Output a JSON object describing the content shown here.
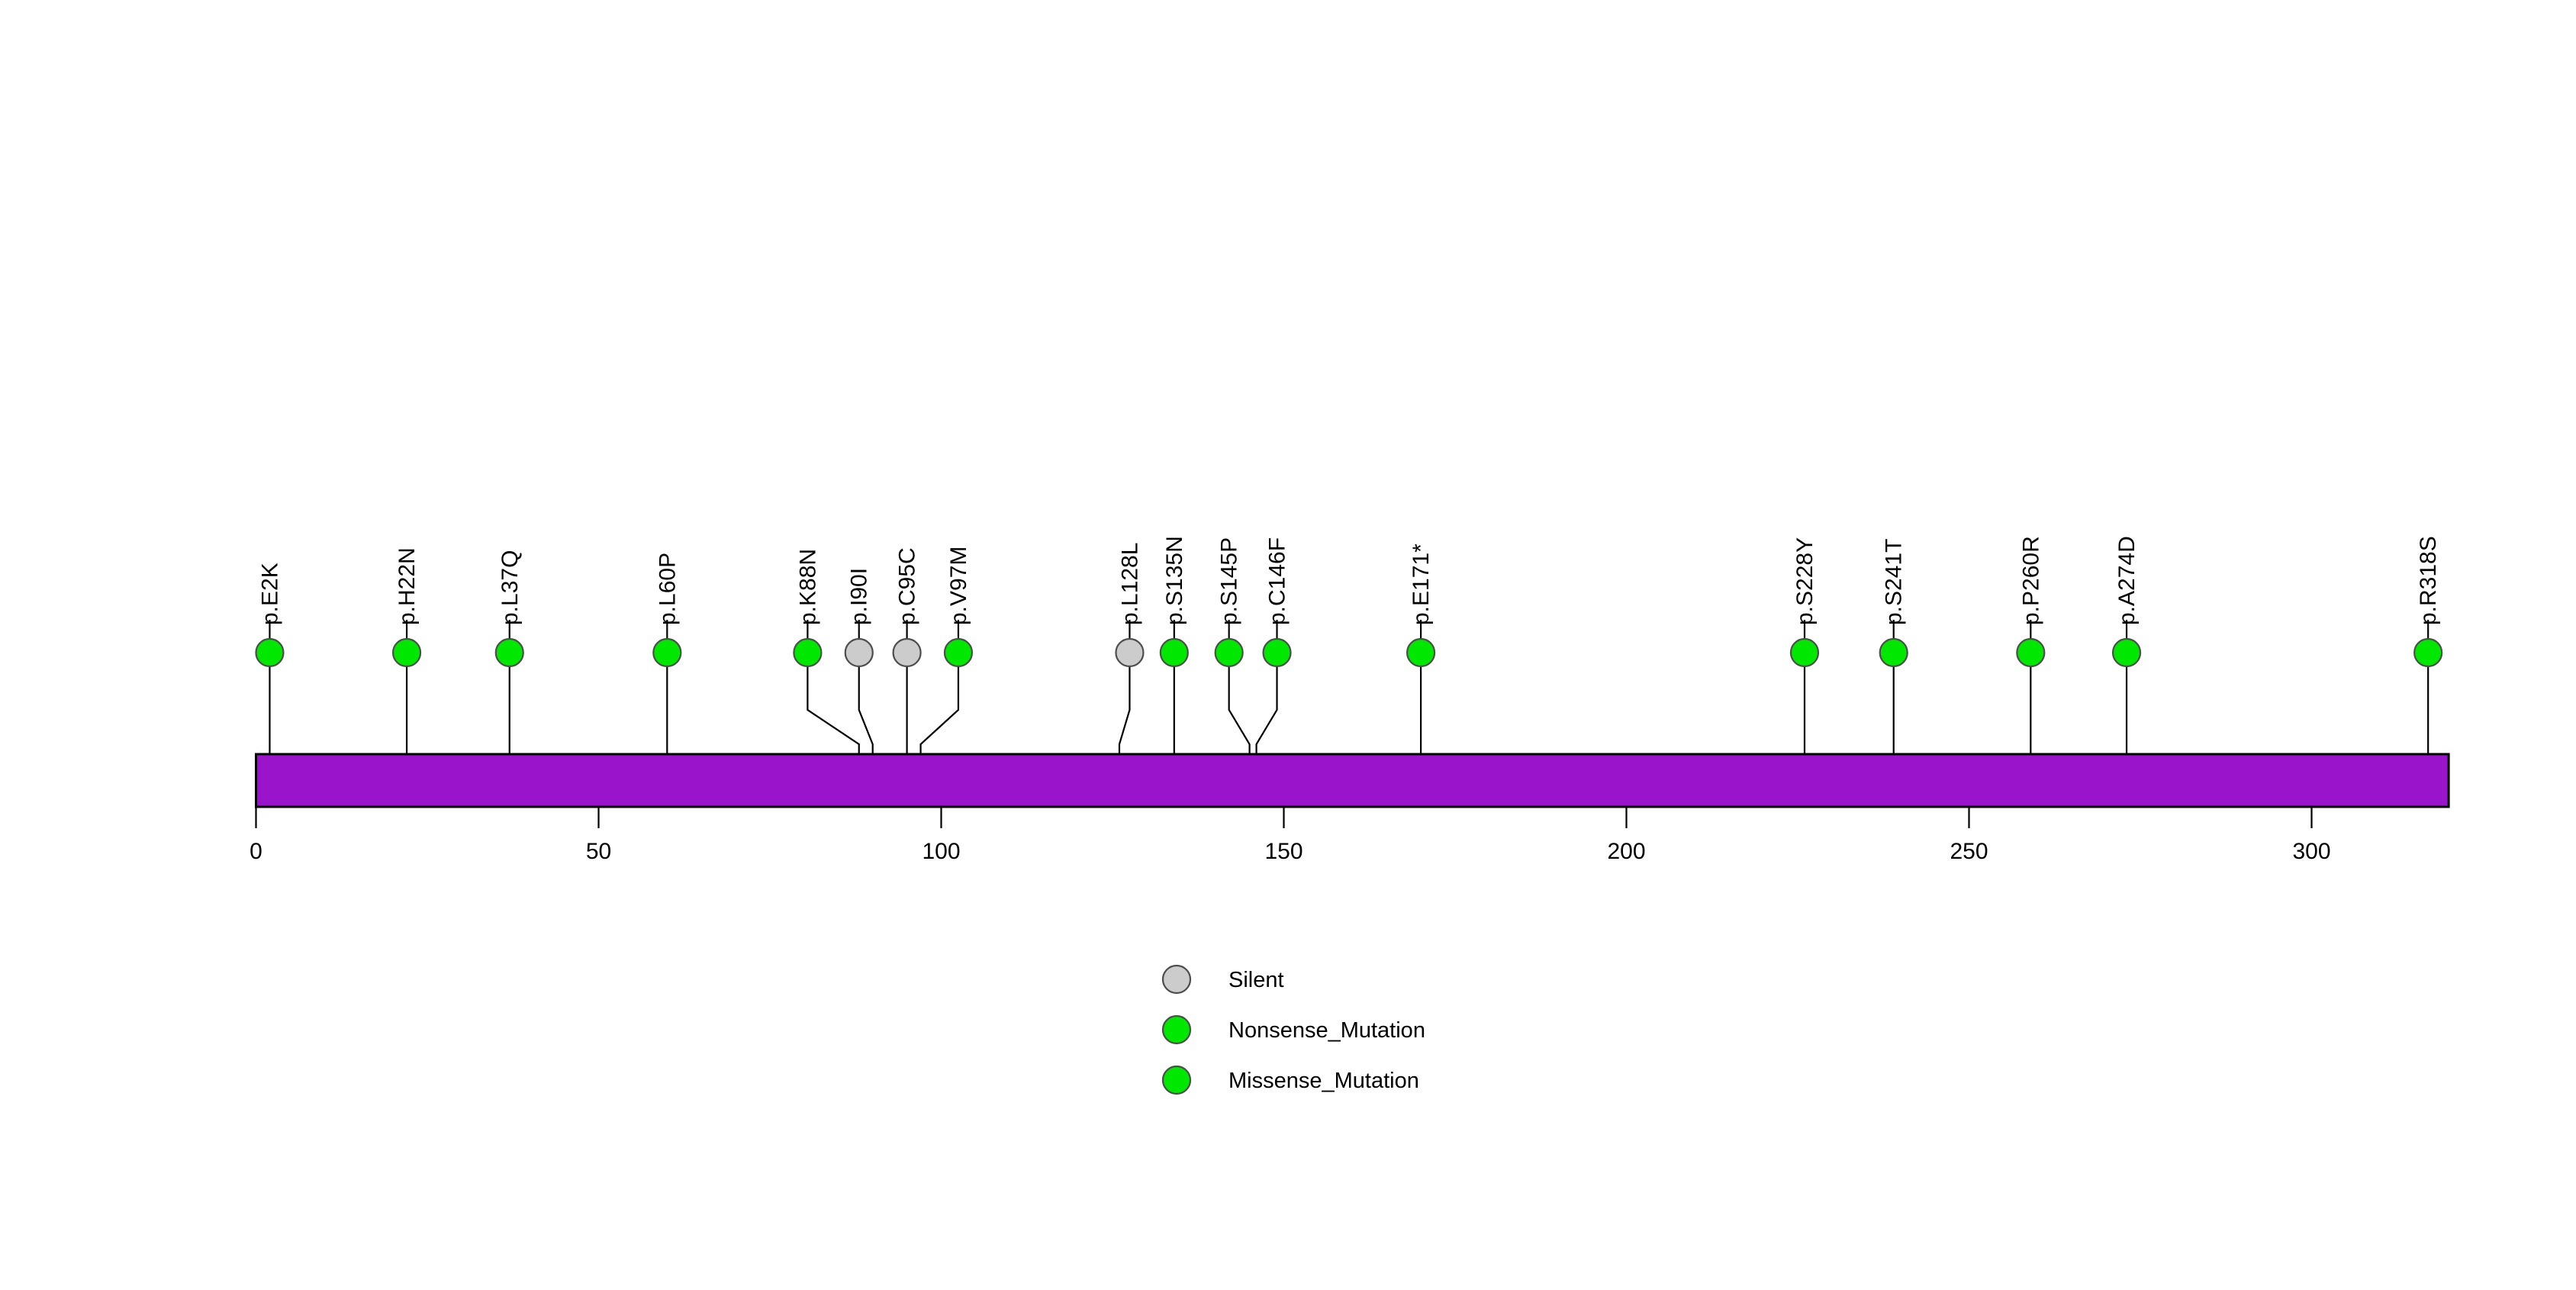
{
  "chart_data": {
    "type": "lollipop",
    "title": "",
    "xlabel": "",
    "ylabel": "",
    "xlim": [
      0,
      320
    ],
    "grid": false,
    "legend_position": "bottom-center",
    "protein_bar": {
      "start": 0,
      "end": 320,
      "color": "#9A14CC",
      "border_color": "#000000",
      "label": ""
    },
    "axis": {
      "ticks": [
        0,
        50,
        100,
        150,
        200,
        250,
        300
      ],
      "tick_labels": [
        "0",
        "50",
        "100",
        "150",
        "200",
        "250",
        "300"
      ]
    },
    "legend": [
      {
        "label": "Silent",
        "color": "#CCCCCC"
      },
      {
        "label": "Nonsense_Mutation",
        "color": "#00E800"
      },
      {
        "label": "Missense_Mutation",
        "color": "#00E800"
      }
    ],
    "mutations": [
      {
        "label": "p.E2K",
        "position": 2,
        "label_x": 2,
        "type": "Missense_Mutation",
        "color": "#00E800",
        "count": 1
      },
      {
        "label": "p.H22N",
        "position": 22,
        "label_x": 22,
        "type": "Missense_Mutation",
        "color": "#00E800",
        "count": 1
      },
      {
        "label": "p.L37Q",
        "position": 37,
        "label_x": 37,
        "type": "Missense_Mutation",
        "color": "#00E800",
        "count": 1
      },
      {
        "label": "p.L60P",
        "position": 60,
        "label_x": 60,
        "type": "Missense_Mutation",
        "color": "#00E800",
        "count": 1
      },
      {
        "label": "p.K88N",
        "position": 88,
        "label_x": 80.5,
        "type": "Missense_Mutation",
        "color": "#00E800",
        "count": 1
      },
      {
        "label": "p.I90I",
        "position": 90,
        "label_x": 88.0,
        "type": "Silent",
        "color": "#CCCCCC",
        "count": 1
      },
      {
        "label": "p.C95C",
        "position": 95,
        "label_x": 95.0,
        "type": "Silent",
        "color": "#CCCCCC",
        "count": 1
      },
      {
        "label": "p.V97M",
        "position": 97,
        "label_x": 102.5,
        "type": "Missense_Mutation",
        "color": "#00E800",
        "count": 1
      },
      {
        "label": "p.L128L",
        "position": 126,
        "label_x": 127.5,
        "type": "Silent",
        "color": "#CCCCCC",
        "count": 1
      },
      {
        "label": "p.S135N",
        "position": 134,
        "label_x": 134.0,
        "type": "Missense_Mutation",
        "color": "#00E800",
        "count": 1
      },
      {
        "label": "p.S145P",
        "position": 145,
        "label_x": 142.0,
        "type": "Missense_Mutation",
        "color": "#00E800",
        "count": 1
      },
      {
        "label": "p.C146F",
        "position": 146,
        "label_x": 149.0,
        "type": "Missense_Mutation",
        "color": "#00E800",
        "count": 1
      },
      {
        "label": "p.E171*",
        "position": 170,
        "label_x": 170,
        "type": "Nonsense_Mutation",
        "color": "#00E800",
        "count": 1
      },
      {
        "label": "p.S228Y",
        "position": 226,
        "label_x": 226,
        "type": "Missense_Mutation",
        "color": "#00E800",
        "count": 1
      },
      {
        "label": "p.S241T",
        "position": 239,
        "label_x": 239,
        "type": "Missense_Mutation",
        "color": "#00E800",
        "count": 1
      },
      {
        "label": "p.P260R",
        "position": 259,
        "label_x": 259,
        "type": "Missense_Mutation",
        "color": "#00E800",
        "count": 1
      },
      {
        "label": "p.A274D",
        "position": 273,
        "label_x": 273,
        "type": "Missense_Mutation",
        "color": "#00E800",
        "count": 1
      },
      {
        "label": "p.R318S",
        "position": 317,
        "label_x": 317,
        "type": "Missense_Mutation",
        "color": "#00E800",
        "count": 1
      }
    ]
  }
}
